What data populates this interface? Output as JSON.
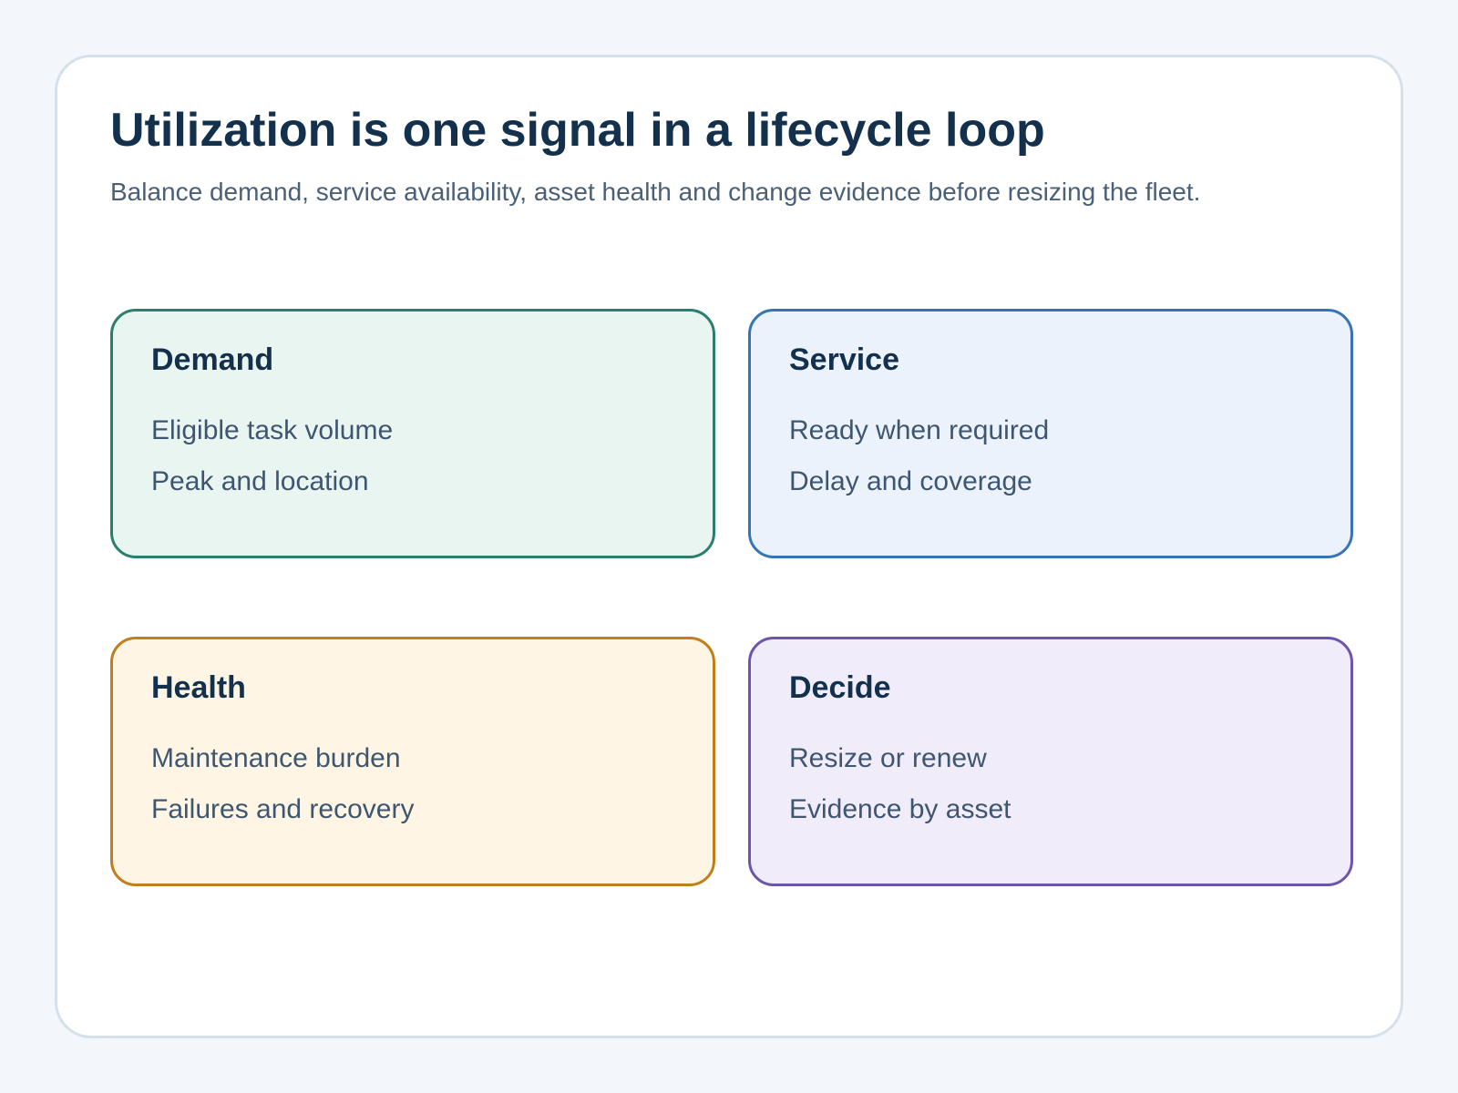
{
  "title": "Utilization is one signal in a lifecycle loop",
  "subtitle": "Balance demand, service availability, asset health and change evidence before resizing the fleet.",
  "panels": [
    {
      "heading": "Demand",
      "lines": [
        "Eligible task volume",
        "Peak and location"
      ],
      "border_color": "#2a7f6f",
      "fill_color": "#e9f5f1"
    },
    {
      "heading": "Service",
      "lines": [
        "Ready when required",
        "Delay and coverage"
      ],
      "border_color": "#3574b5",
      "fill_color": "#ebf2fc"
    },
    {
      "heading": "Health",
      "lines": [
        "Maintenance burden",
        "Failures and recovery"
      ],
      "border_color": "#c07f1c",
      "fill_color": "#fef5e4"
    },
    {
      "heading": "Decide",
      "lines": [
        "Resize or renew",
        "Evidence by asset"
      ],
      "border_color": "#6d55aa",
      "fill_color": "#f1ecfa"
    }
  ]
}
